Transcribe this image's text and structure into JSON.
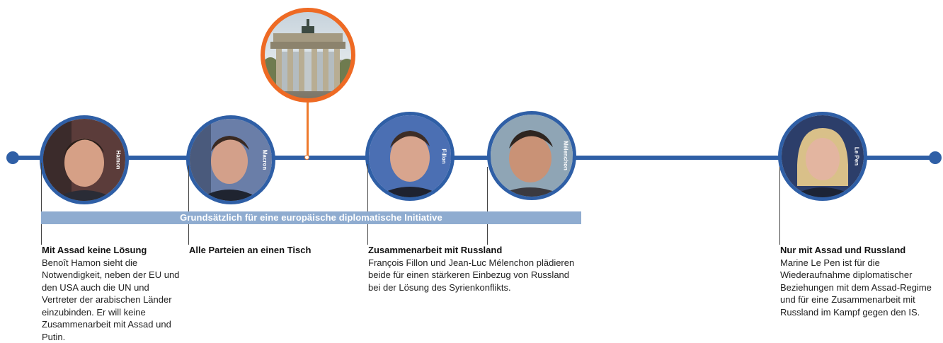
{
  "banner": {
    "label": "Grundsätzlich für eine europäische diplomatische Initiative"
  },
  "portraits": [
    {
      "id": "hamon",
      "name": "Hamon"
    },
    {
      "id": "macron",
      "name": "Macron"
    },
    {
      "id": "fillon",
      "name": "Fillon"
    },
    {
      "id": "melenchon",
      "name": "Mélenchon"
    },
    {
      "id": "lepen",
      "name": "Le Pen"
    }
  ],
  "notes": [
    {
      "heading": "Mit Assad keine Lösung",
      "body": "Benoît Hamon sieht die Notwendigkeit, neben der EU und den USA auch die UN und Vertreter der arabischen Länder einzubinden. Er will keine Zusammenarbeit mit Assad und Putin."
    },
    {
      "heading": "Alle Parteien an einen Tisch",
      "body": ""
    },
    {
      "heading": "Zusammenarbeit mit Russland",
      "body": "François Fillon und Jean-Luc Mélenchon plädieren beide für einen stärkeren Einbezug von Russland bei der Lösung des Syrienkonflikts."
    },
    {
      "heading": "Nur mit Assad und Russland",
      "body": "Marine Le Pen ist für die Wiederaufnahme diplomatischer Beziehungen mit dem Assad-Regime und für eine Zusammenarbeit mit Russland im Kampf gegen den IS."
    }
  ],
  "colors": {
    "axis": "#2f5fa6",
    "highlight": "#ee6a24",
    "banner": "#8facd0"
  },
  "icons": {
    "center_marker": "brandenburg-gate-icon"
  }
}
